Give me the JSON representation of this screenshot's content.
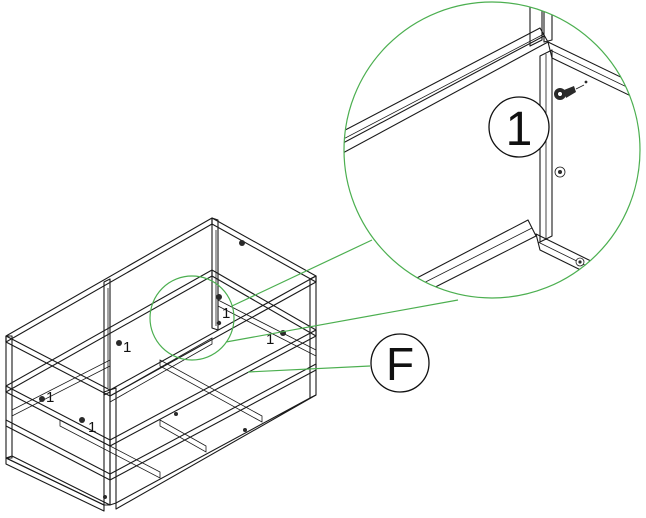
{
  "diagram": {
    "callout_label": "1",
    "part_label": "F",
    "step_markers": [
      "1",
      "1",
      "1",
      "1",
      "1"
    ],
    "colors": {
      "line": "#1a1a1a",
      "callout": "#4caf50",
      "background": "#ffffff"
    }
  }
}
